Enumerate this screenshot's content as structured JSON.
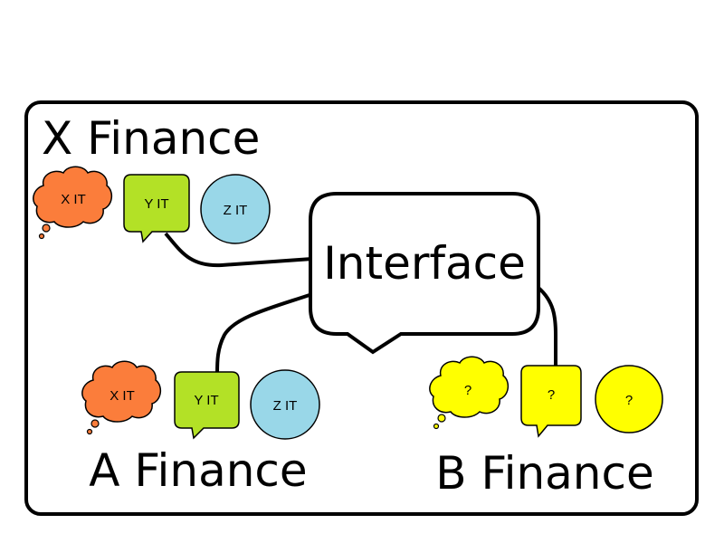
{
  "frame": {
    "title": "X Finance"
  },
  "interface": {
    "label": "Interface"
  },
  "groups": {
    "x": {
      "labels": [
        "X IT",
        "Y IT",
        "Z IT"
      ]
    },
    "a": {
      "title": "A Finance",
      "labels": [
        "X IT",
        "Y IT",
        "Z IT"
      ]
    },
    "b": {
      "title": "B Finance",
      "labels": [
        "?",
        "?",
        "?"
      ]
    }
  },
  "colors": {
    "orange": "#fb7d3b",
    "green": "#b3e126",
    "blue": "#99d7e8",
    "yellow": "#ffff00",
    "stroke": "#000000"
  },
  "icons": [
    "cloud-icon",
    "speech-bubble-icon",
    "circle-icon"
  ]
}
